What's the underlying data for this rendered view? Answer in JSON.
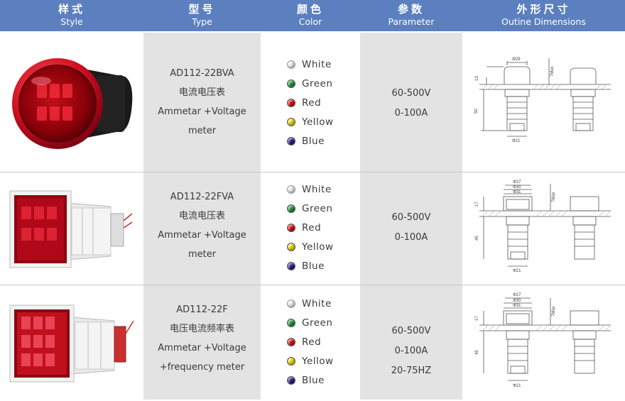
{
  "header": {
    "style": {
      "zh": "样式",
      "en": "Style"
    },
    "type": {
      "zh": "型号",
      "en": "Type"
    },
    "color": {
      "zh": "颜色",
      "en": "Color"
    },
    "parameter": {
      "zh": "参数",
      "en": "Parameter"
    },
    "dimensions": {
      "zh": "外形尺寸",
      "en": "Outine Dimensions"
    }
  },
  "colors": [
    {
      "label": "White",
      "hex": "#f4f4f4"
    },
    {
      "label": "Green",
      "hex": "#1e9a3c"
    },
    {
      "label": "Red",
      "hex": "#e01010"
    },
    {
      "label": "Yellow",
      "hex": "#f0e000"
    },
    {
      "label": "Blue",
      "hex": "#23208a"
    }
  ],
  "products": [
    {
      "type_lines": [
        "AD112-22BVA",
        "电流电压表",
        "Ammetar +Voltage",
        "meter"
      ],
      "param_lines": [
        "60-500V",
        "0-100A"
      ],
      "dim_labels": {
        "top1": "Φ29",
        "side1": "13",
        "side2": "50",
        "bottom": "Φ21",
        "max": "7Max"
      }
    },
    {
      "type_lines": [
        "AD112-22FVA",
        "电流电压表",
        "Ammetar +Voltage",
        "meter"
      ],
      "param_lines": [
        "60-500V",
        "0-100A"
      ],
      "dim_labels": {
        "top1": "Φ27",
        "top2": "Φ30",
        "top3": "Φ31",
        "side1": "17",
        "side2": "45",
        "bottom": "Φ21",
        "max": "7Max"
      }
    },
    {
      "type_lines": [
        "AD112-22F",
        "电压电流频率表",
        "Ammetar +Voltage",
        "+frequency meter"
      ],
      "param_lines": [
        "60-500V",
        "0-100A",
        "20-75HZ"
      ],
      "dim_labels": {
        "top1": "Φ27",
        "top2": "Φ30",
        "top3": "Φ31",
        "side1": "17",
        "side2": "45",
        "bottom": "Φ21",
        "max": "7Max"
      }
    }
  ]
}
